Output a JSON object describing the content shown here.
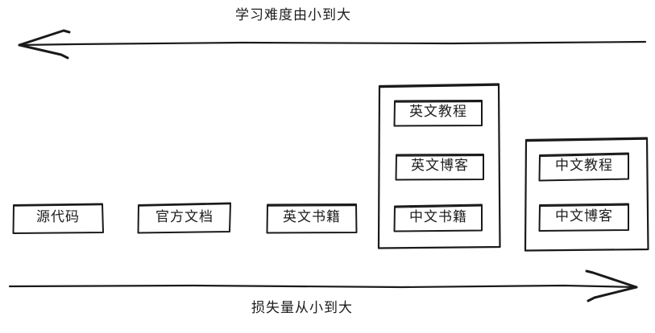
{
  "diagram": {
    "title_top": "学习难度由小到大",
    "title_bottom": "损失量从小到大",
    "axes": [
      {
        "name": "learning-difficulty-axis",
        "label": "学习难度由小到大",
        "direction": "left",
        "position": "top"
      },
      {
        "name": "loss-amount-axis",
        "label": "损失量从小到大",
        "direction": "right",
        "position": "bottom"
      }
    ],
    "columns": [
      {
        "name": "source-code",
        "grouped": false,
        "items": [
          {
            "label": "源代码"
          }
        ]
      },
      {
        "name": "official-docs",
        "grouped": false,
        "items": [
          {
            "label": "官方文档"
          }
        ]
      },
      {
        "name": "english-books",
        "grouped": false,
        "items": [
          {
            "label": "英文书籍"
          }
        ]
      },
      {
        "name": "english-group",
        "grouped": true,
        "items": [
          {
            "label": "英文教程"
          },
          {
            "label": "英文博客"
          },
          {
            "label": "中文书籍"
          }
        ]
      },
      {
        "name": "chinese-group",
        "grouped": true,
        "items": [
          {
            "label": "中文教程"
          },
          {
            "label": "中文博客"
          }
        ]
      }
    ],
    "colors": {
      "stroke": "#1a1a1a",
      "background": "#ffffff",
      "text": "#1d1d1d"
    }
  }
}
